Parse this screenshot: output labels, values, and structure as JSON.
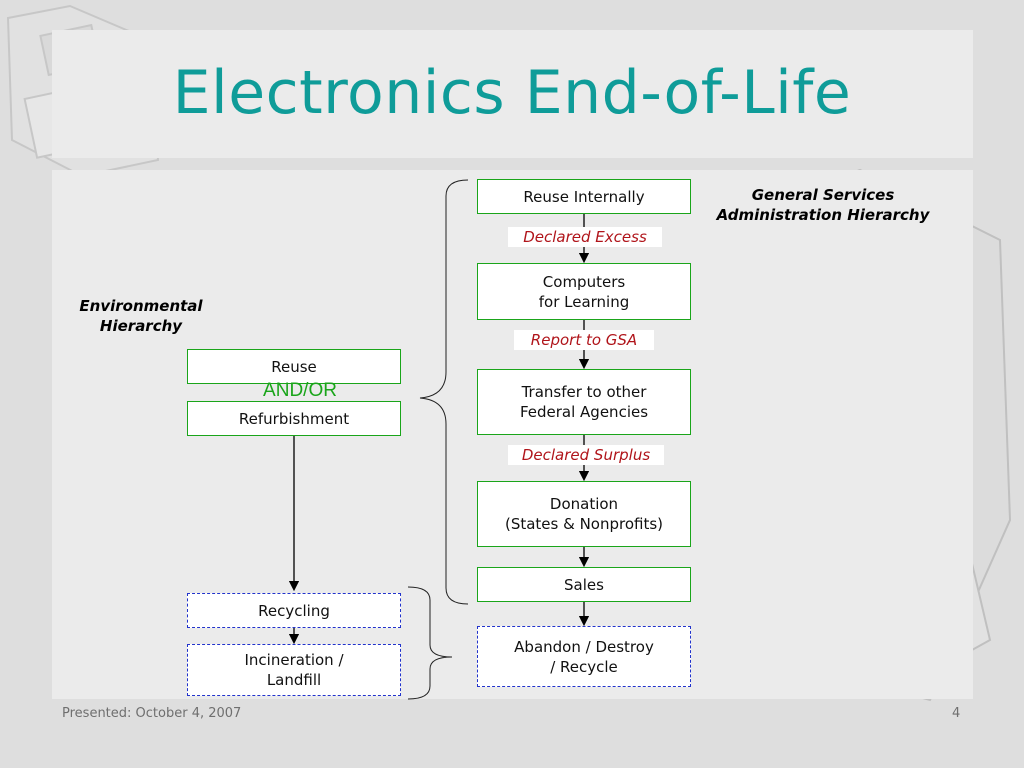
{
  "slide": {
    "title": "Electronics End-of-Life",
    "footer_left": "Presented: October 4, 2007",
    "page_number": "4"
  },
  "environmental": {
    "heading": "Environmental\nHierarchy",
    "reuse": "Reuse",
    "and_or": "AND/OR",
    "refurbishment": "Refurbishment",
    "recycling": "Recycling",
    "incineration": "Incineration /\nLandfill"
  },
  "gsa": {
    "heading": "General Services\nAdministration Hierarchy",
    "reuse_internally": "Reuse Internally",
    "declared_excess": "Declared Excess",
    "computers_for_learning": "Computers\nfor Learning",
    "report_to_gsa": "Report to GSA",
    "transfer": "Transfer to other\nFederal Agencies",
    "declared_surplus": "Declared Surplus",
    "donation": "Donation\n(States & Nonprofits)",
    "sales": "Sales",
    "abandon": "Abandon / Destroy\n/ Recycle"
  },
  "colors": {
    "title": "#0f9c99",
    "box_border_green": "#1aa51a",
    "box_border_blue_dashed": "#2233cc",
    "red_label": "#b0141a",
    "and_or": "#1aa51a"
  },
  "icons": [
    "floppy-disk-watermark-icon",
    "computer-recycle-watermark-icon"
  ]
}
